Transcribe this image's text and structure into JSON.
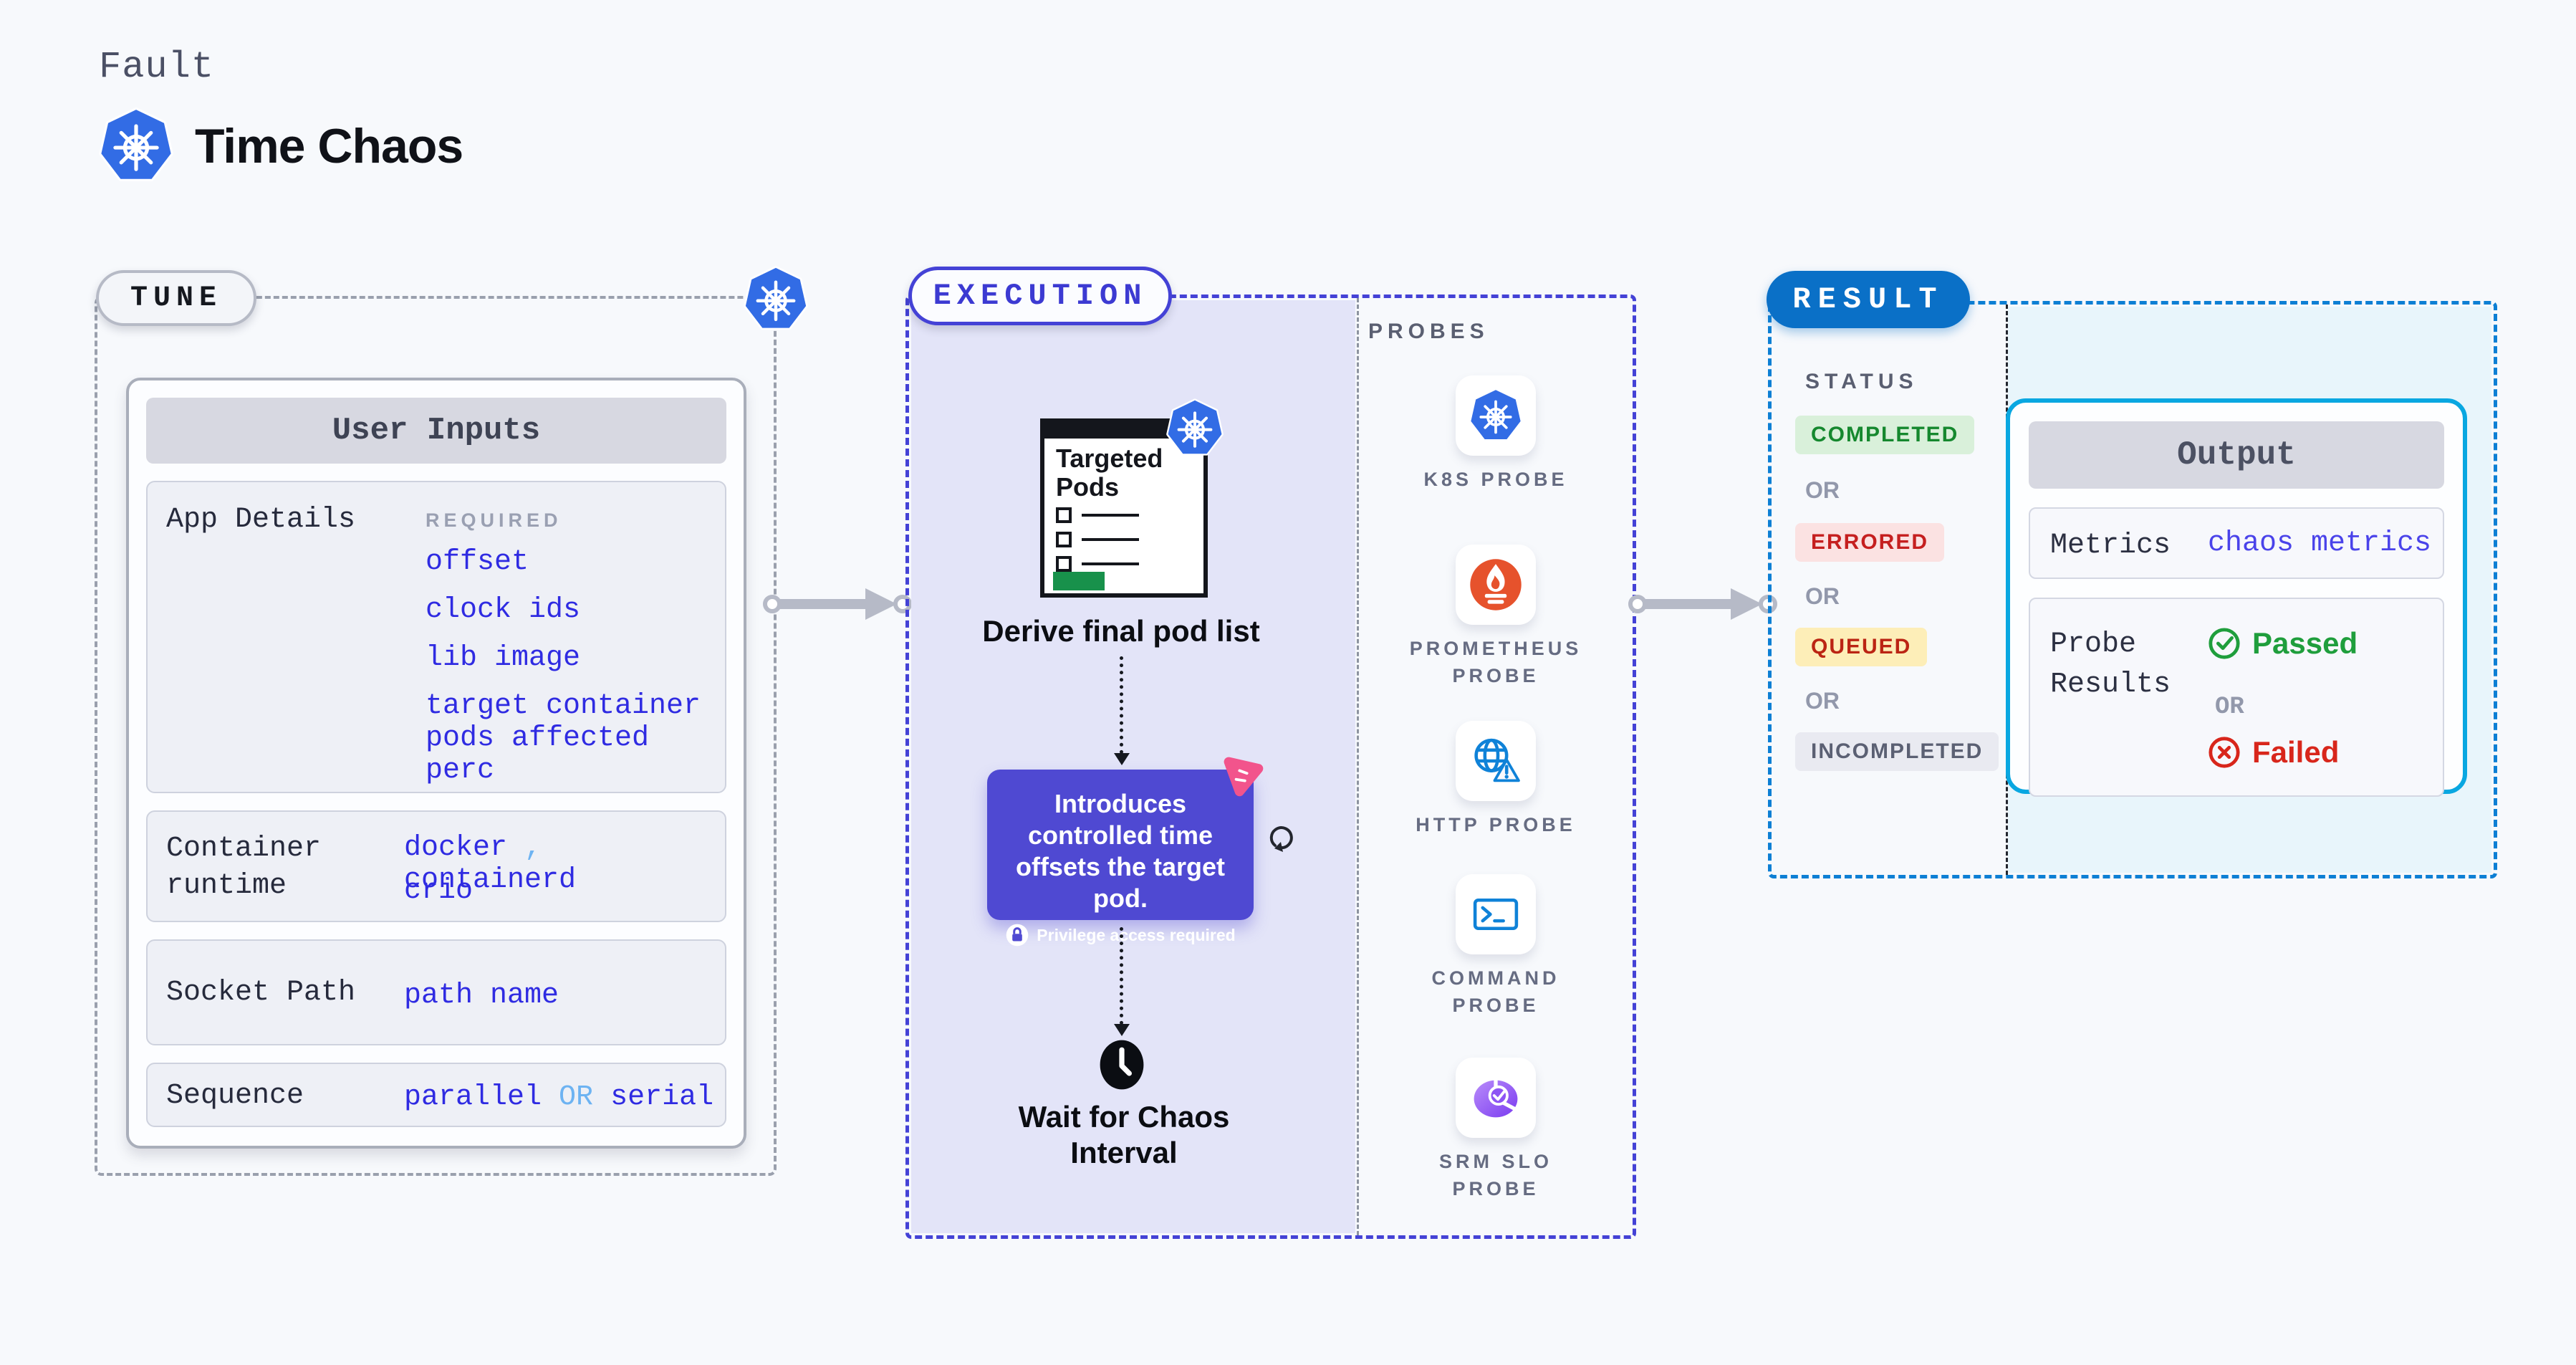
{
  "colors": {
    "page_bg": "#f7f9fc",
    "k8s_blue": "#326CE5",
    "tune_border": "#9aa0ad",
    "execution_accent": "#4442d6",
    "execution_bg": "#e3e4f8",
    "result_accent": "#0d7fd4",
    "result_bg": "#e8f5fb",
    "output_border": "#09a7e1",
    "value_blue": "#2f2be2",
    "value_alt_blue": "#6db3f2",
    "metrics_blue": "#4a43ea",
    "passed_green": "#1f9e3c",
    "failed_red": "#d8261b",
    "prometheus_orange": "#E6522C",
    "probe_icon_blue": "#0f82d8",
    "srm_purple": "#8a4ff2",
    "tooltip_bg": "#4f49d2",
    "pink_badge": "#f2548c",
    "arrow_gray": "#b6bac7",
    "green_bar": "#18914b"
  },
  "header": {
    "kicker": "Fault",
    "title": "Time Chaos"
  },
  "tune": {
    "pill": "TUNE",
    "card_title": "User Inputs",
    "app_details": {
      "label": "App Details",
      "tag": "REQUIRED",
      "values": [
        "offset",
        "clock ids",
        "lib image",
        "target container",
        "pods affected perc"
      ]
    },
    "runtime": {
      "label": "Container runtime",
      "value1": "docker",
      "separator": ",",
      "value2": "containerd",
      "value3": "crio"
    },
    "socket": {
      "label": "Socket Path",
      "value": "path name"
    },
    "sequence": {
      "label": "Sequence",
      "value1": "parallel",
      "or": "OR",
      "value2": "serial"
    }
  },
  "execution": {
    "pill": "EXECUTION",
    "pods_card_title": "Targeted Pods",
    "step1_caption": "Derive final pod list",
    "tooltip_text": "Introduces controlled time offsets the target pod.",
    "tooltip_note": "Privilege access required",
    "step2_caption": "Wait for Chaos Interval"
  },
  "probes": {
    "title": "PROBES",
    "items": [
      {
        "label": "K8S PROBE",
        "icon": "kubernetes-icon"
      },
      {
        "label": "PROMETHEUS PROBE",
        "icon": "prometheus-icon"
      },
      {
        "label": "HTTP PROBE",
        "icon": "http-globe-warning-icon"
      },
      {
        "label": "COMMAND PROBE",
        "icon": "terminal-icon"
      },
      {
        "label": "SRM SLO PROBE",
        "icon": "slo-pie-check-icon"
      }
    ]
  },
  "result": {
    "pill": "RESULT",
    "status_title": "STATUS",
    "or_label": "OR",
    "statuses": [
      {
        "label": "COMPLETED",
        "bg": "#d9f0da",
        "fg": "#15882e"
      },
      {
        "label": "ERRORED",
        "bg": "#fbe2e2",
        "fg": "#c51f1f"
      },
      {
        "label": "QUEUED",
        "bg": "#fdeeb8",
        "fg": "#bb2413"
      },
      {
        "label": "INCOMPLETED",
        "bg": "#e9eaf1",
        "fg": "#5b6073"
      }
    ],
    "output": {
      "title": "Output",
      "metrics_label": "Metrics",
      "metrics_value": "chaos metrics",
      "probe_results_label": "Probe Results",
      "passed": "Passed",
      "or": "OR",
      "failed": "Failed"
    }
  }
}
